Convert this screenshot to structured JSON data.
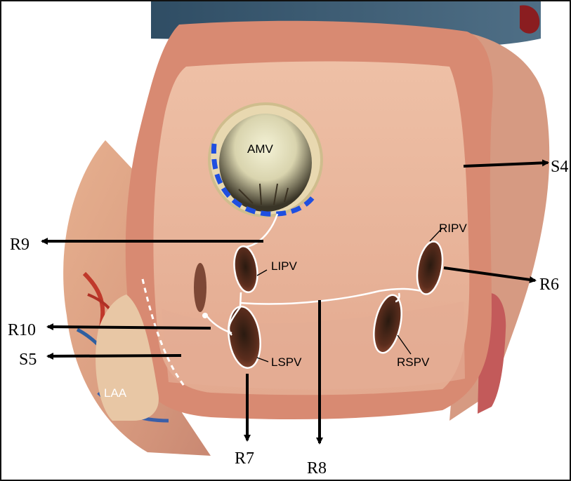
{
  "colors": {
    "frame": "#111111",
    "arrow": "#000000",
    "annulus_marker": "#1f4fe0",
    "vein_outline": "#ffffff",
    "atrial_wall": "#e7ab92",
    "atrial_floor": "#e9b9a0",
    "rim": "#d9866f",
    "vein_lumen": "#5a2e1f"
  },
  "labels": {
    "amv": "AMV",
    "lipv": "LIPV",
    "lspv": "LSPV",
    "ripv": "RIPV",
    "rspv": "RSPV",
    "laa": "LAA"
  },
  "arrows": {
    "s4": "S4",
    "r9": "R9",
    "r6": "R6",
    "r10": "R10",
    "s5": "S5",
    "r7": "R7",
    "r8": "R8"
  }
}
